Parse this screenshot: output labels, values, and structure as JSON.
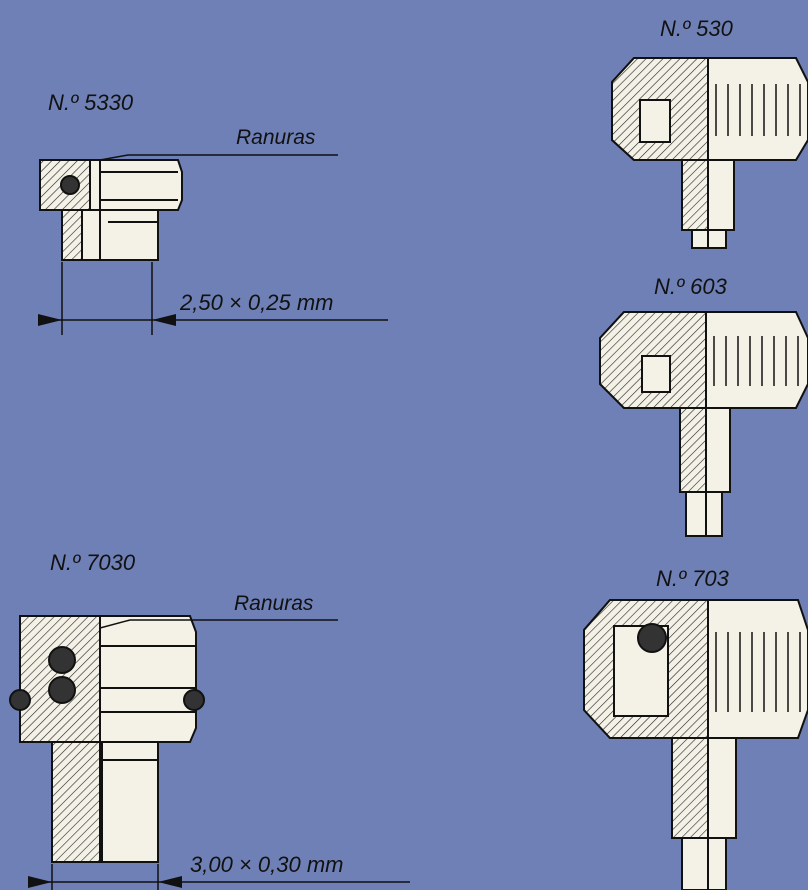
{
  "colors": {
    "background": "#6f80b6",
    "part": "#f4f1e6",
    "line": "#111111"
  },
  "diagrams": [
    {
      "id": "5330",
      "title": "N.º 5330",
      "note": "Ranuras",
      "dimension": "2,50 × 0,25 mm"
    },
    {
      "id": "7030",
      "title": "N.º 7030",
      "note": "Ranuras",
      "dimension": "3,00 × 0,30 mm"
    },
    {
      "id": "530",
      "title": "N.º 530"
    },
    {
      "id": "603",
      "title": "N.º 603"
    },
    {
      "id": "703",
      "title": "N.º 703"
    }
  ]
}
